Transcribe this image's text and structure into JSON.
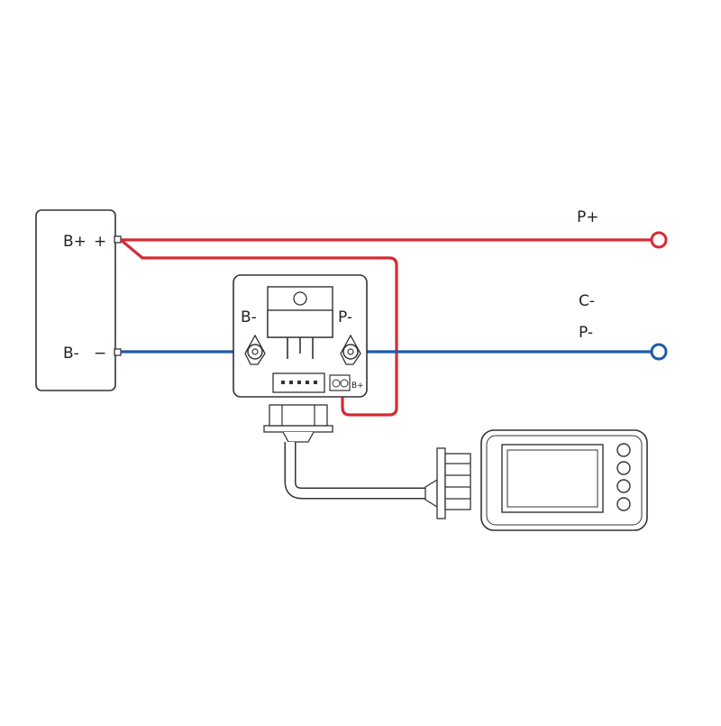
{
  "battery": {
    "plus_label": "B+",
    "plus_sign": "+",
    "minus_label": "B-",
    "minus_sign": "−"
  },
  "module": {
    "b_minus_label": "B-",
    "p_minus_label": "P-",
    "b_plus_label": "B+"
  },
  "outputs": {
    "p_plus_label": "P+",
    "c_minus_label": "C-",
    "p_minus_label": "P-"
  },
  "colors": {
    "positive_wire": "#d62b35",
    "negative_wire": "#1f5aa6",
    "outline": "#333333"
  },
  "icons": [
    "terminal-ring-icon",
    "bolt-icon",
    "connector-icon",
    "display-icon"
  ]
}
